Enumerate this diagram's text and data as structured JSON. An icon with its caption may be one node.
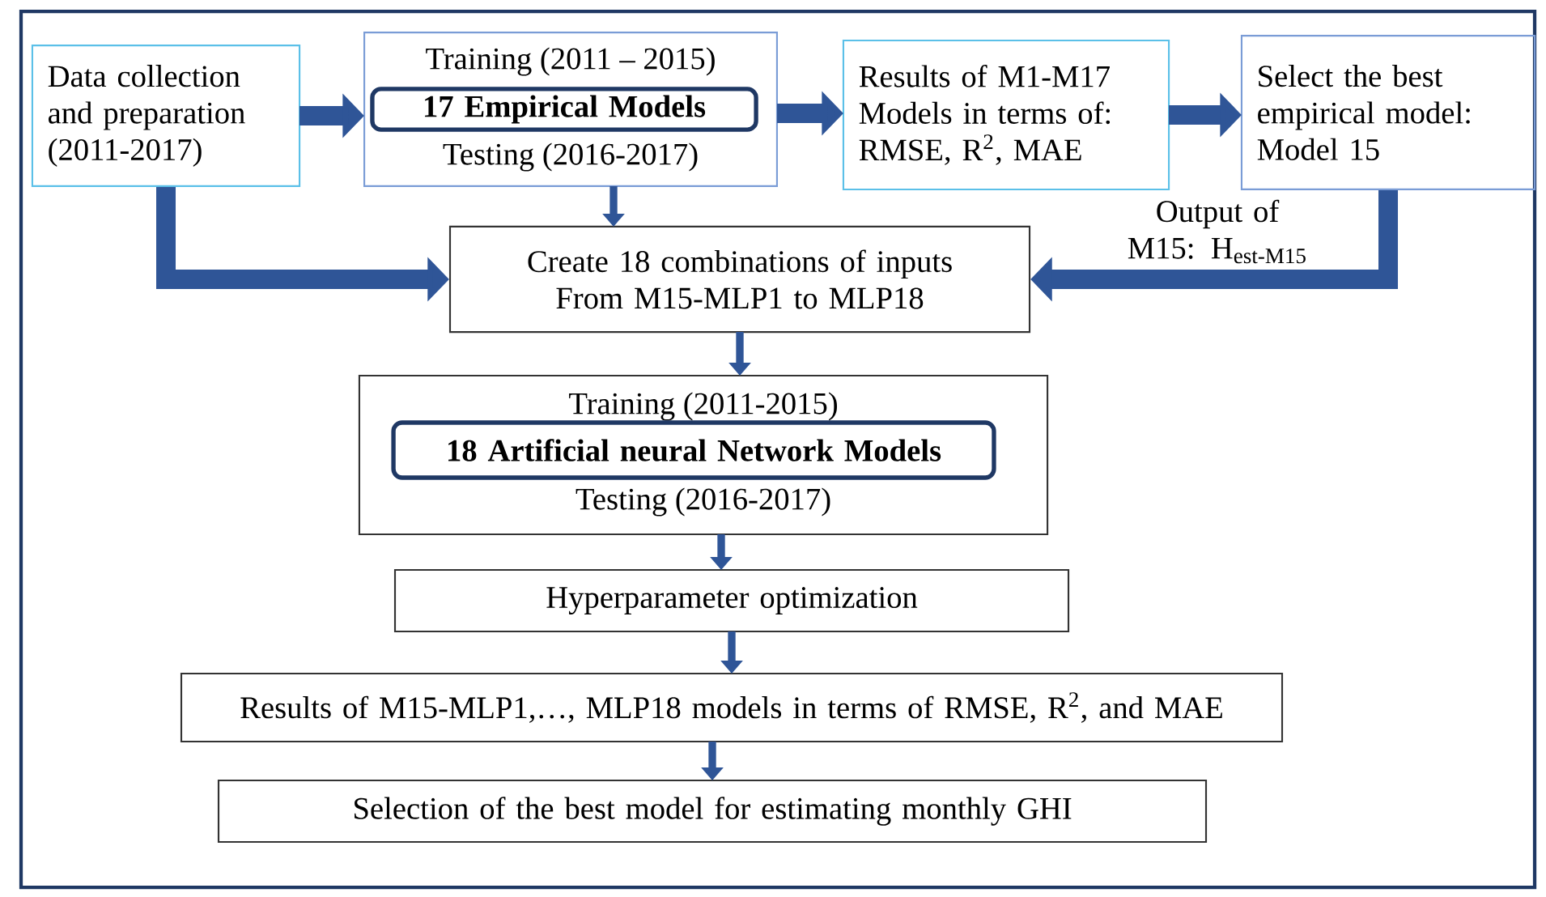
{
  "diagram": {
    "nodes": [
      {
        "text": [
          "Data collection and preparation (2011-2017)"
        ]
      },
      {
        "text": [
          "Training (2011 – 2015)",
          "Testing (2016-2017)"
        ]
      },
      {
        "text": [
          "17 Empirical Models"
        ],
        "in": 1
      },
      {
        "text": [
          "Results of M1-M17 Models in terms of: RMSE, R$^{2}$, MAE"
        ]
      },
      {
        "text": [
          "Select the best empirical model: Model 15"
        ]
      },
      {
        "text": [
          "Create 18 combinations of inputs From M15-MLP1 to MLP18"
        ]
      },
      {
        "text": [
          "Training (2011-2015)",
          "Testing (2016-2017)"
        ]
      },
      {
        "text": [
          "18 Artificial neural Network Models"
        ],
        "in": 6
      },
      {
        "text": [
          "Hyperparameter optimization"
        ]
      },
      {
        "text": [
          "Results of M15-MLP1,…, MLP18 models in terms of RMSE, R$^{2}$, and MAE"
        ]
      },
      {
        "text": [
          "Selection of the best model for estimating monthly GHI"
        ]
      }
    ],
    "edges": [
      {
        "from": 0,
        "to": 1,
        "arrow": "to",
        "style": "thick"
      },
      {
        "from": 1,
        "to": 3,
        "arrow": "to",
        "style": "thick"
      },
      {
        "from": 3,
        "to": 4,
        "arrow": "to",
        "style": "thick"
      },
      {
        "from": 1,
        "to": 5,
        "arrow": "to"
      },
      {
        "from": 0,
        "to": 5,
        "arrow": "to",
        "style": "thick"
      },
      {
        "from": 4,
        "to": 5,
        "arrow": "to",
        "style": "thick",
        "label": "Output of M15: H$_{est-M15}$"
      },
      {
        "from": 5,
        "to": 6,
        "arrow": "to"
      },
      {
        "from": 6,
        "to": 8,
        "arrow": "to"
      },
      {
        "from": 8,
        "to": 9,
        "arrow": "to"
      },
      {
        "from": 9,
        "to": 10,
        "arrow": "to"
      }
    ]
  }
}
